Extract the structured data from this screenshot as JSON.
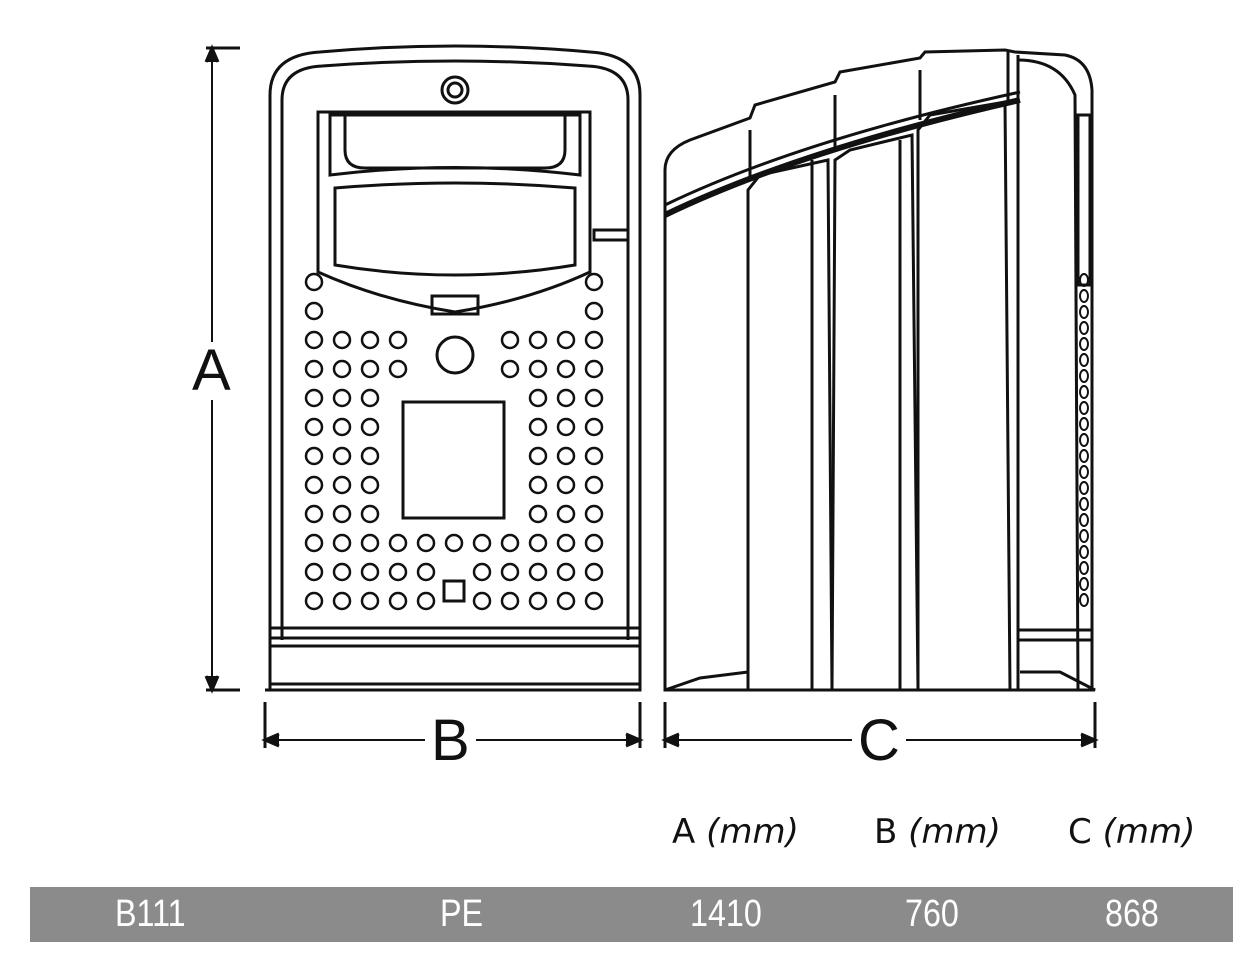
{
  "diagram": {
    "dimension_labels": {
      "a": "A",
      "b": "B",
      "c": "C"
    },
    "views": [
      "front-view",
      "side-view"
    ]
  },
  "table": {
    "headers": [
      {
        "letter": "A",
        "unit": "(mm)"
      },
      {
        "letter": "B",
        "unit": "(mm)"
      },
      {
        "letter": "C",
        "unit": "(mm)"
      }
    ],
    "row": {
      "model": "B111",
      "material": "PE",
      "a": "1410",
      "b": "760",
      "c": "868"
    },
    "bar_color": "#8b8b8b"
  }
}
